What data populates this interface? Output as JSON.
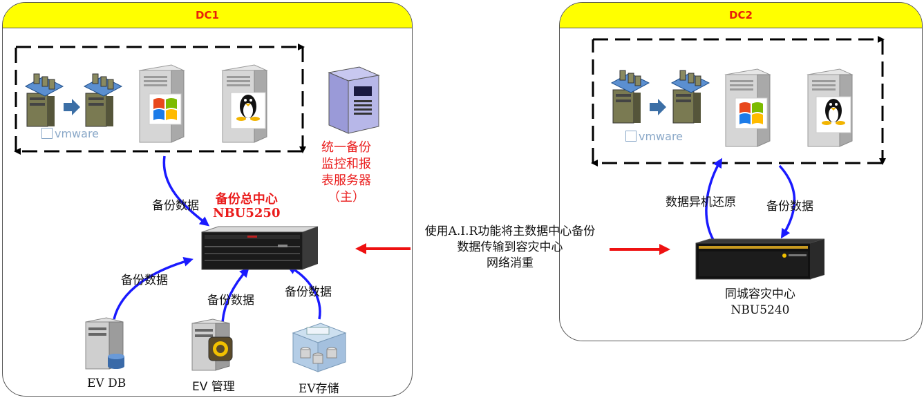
{
  "dc1": {
    "title": "DC1"
  },
  "dc2": {
    "title": "DC2"
  },
  "labels": {
    "backup_data": "备份数据",
    "data_restore": "数据异机还原",
    "center_main_title": "备份总中心",
    "center_main_model": "NBU5250",
    "report_server_line1": "统一备份",
    "report_server_line2": "监控和报",
    "report_server_line3": "表服务器",
    "report_server_line4": "（主）",
    "air_line1": "使用A.I.R功能将主数据中心备份",
    "air_line2": "数据传输到容灾中心",
    "air_line3": "网络消重",
    "dr_center_title": "同城容灾中心",
    "dr_center_model": "NBU5240",
    "ev_db": "EV DB",
    "ev_mgmt": "EV 管理",
    "ev_storage": "EV存储",
    "vmware": "vmware"
  },
  "colors": {
    "header_yellow": "#ffff00",
    "title_red": "#e8200a",
    "arrow_blue": "#1a1aff",
    "arrow_red": "#ee1111"
  },
  "icons": [
    "vm-server-icon",
    "windows-server-icon",
    "linux-server-icon",
    "report-server-icon",
    "nbu-appliance-icon",
    "database-server-icon",
    "management-server-icon",
    "storage-icon"
  ]
}
